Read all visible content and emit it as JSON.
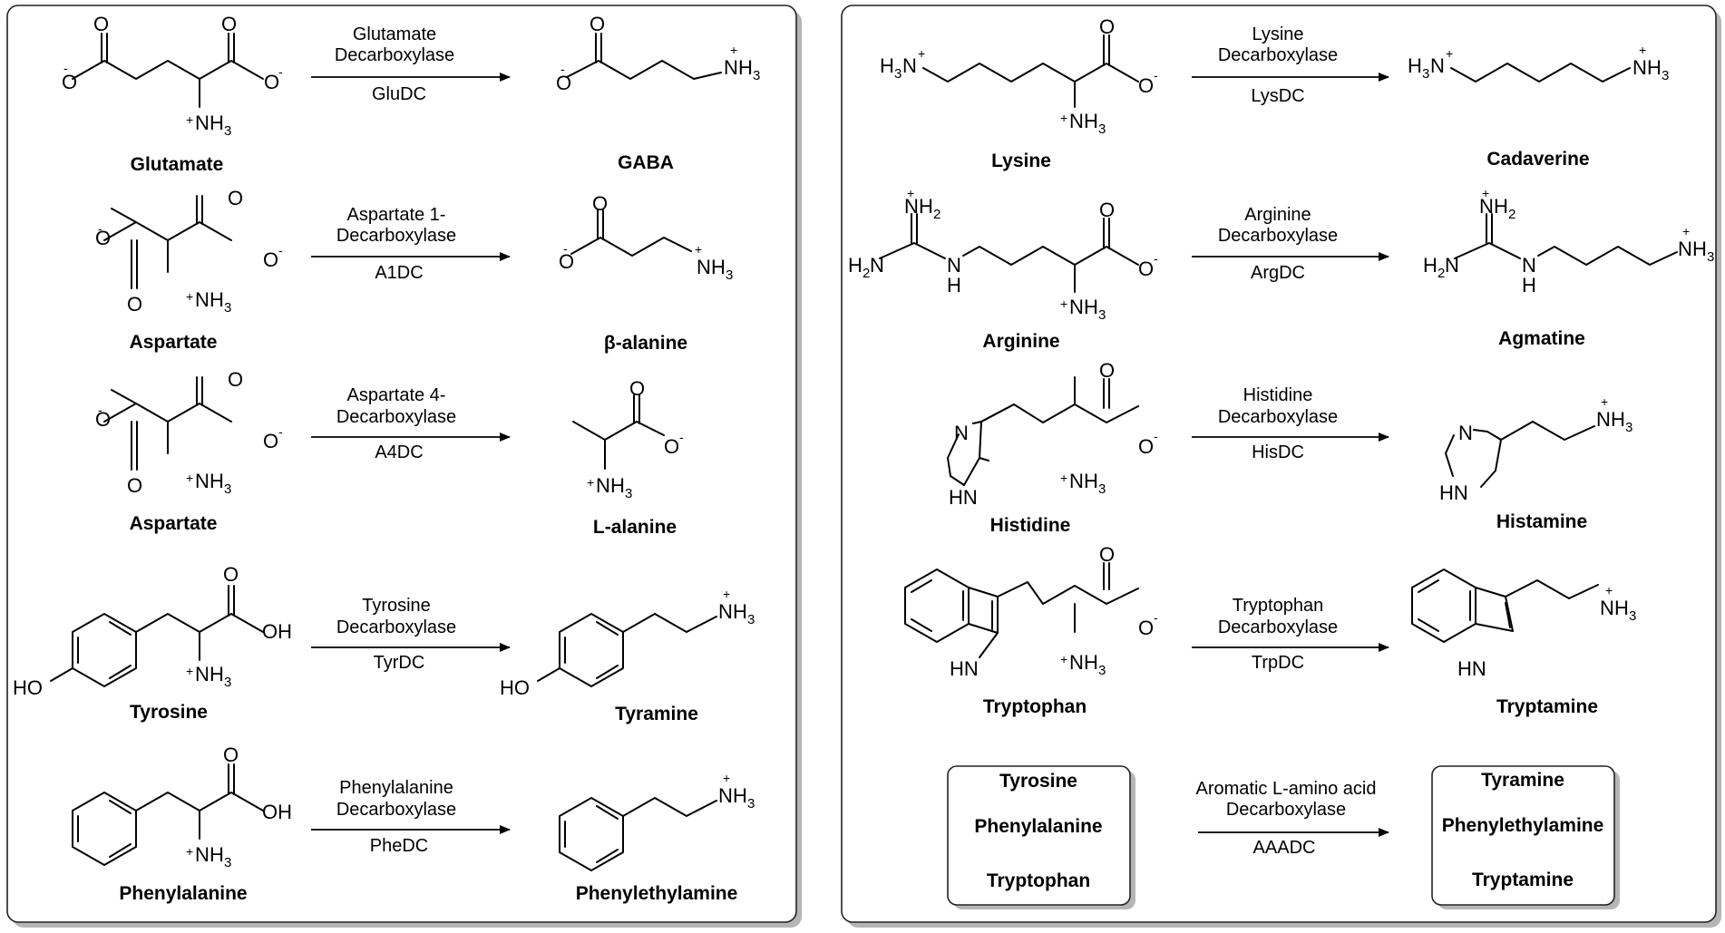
{
  "panels": [
    {
      "reactions": [
        {
          "substrate": "Glutamate",
          "enzyme_line1": "Glutamate",
          "enzyme_line2": "Decarboxylase",
          "abbrev": "GluDC",
          "product": "GABA"
        },
        {
          "substrate": "Aspartate",
          "enzyme_line1": "Aspartate 1-",
          "enzyme_line2": "Decarboxylase",
          "abbrev": "A1DC",
          "product": "β-alanine"
        },
        {
          "substrate": "Aspartate",
          "enzyme_line1": "Aspartate 4-",
          "enzyme_line2": "Decarboxylase",
          "abbrev": "A4DC",
          "product": "L-alanine"
        },
        {
          "substrate": "Tyrosine",
          "enzyme_line1": "Tyrosine",
          "enzyme_line2": "Decarboxylase",
          "abbrev": "TyrDC",
          "product": "Tyramine"
        },
        {
          "substrate": "Phenylalanine",
          "enzyme_line1": "Phenylalanine",
          "enzyme_line2": "Decarboxylase",
          "abbrev": "PheDC",
          "product": "Phenylethylamine"
        }
      ]
    },
    {
      "reactions": [
        {
          "substrate": "Lysine",
          "enzyme_line1": "Lysine",
          "enzyme_line2": "Decarboxylase",
          "abbrev": "LysDC",
          "product": "Cadaverine"
        },
        {
          "substrate": "Arginine",
          "enzyme_line1": "Arginine",
          "enzyme_line2": "Decarboxylase",
          "abbrev": "ArgDC",
          "product": "Agmatine"
        },
        {
          "substrate": "Histidine",
          "enzyme_line1": "Histidine",
          "enzyme_line2": "Decarboxylase",
          "abbrev": "HisDC",
          "product": "Histamine"
        },
        {
          "substrate": "Tryptophan",
          "enzyme_line1": "Tryptophan",
          "enzyme_line2": "Decarboxylase",
          "abbrev": "TrpDC",
          "product": "Tryptamine"
        }
      ],
      "aromatic": {
        "substrates": [
          "Tyrosine",
          "Phenylalanine",
          "Tryptophan"
        ],
        "enzyme_line1": "Aromatic L-amino acid",
        "enzyme_line2": "Decarboxylase",
        "abbrev": "AAADC",
        "products": [
          "Tyramine",
          "Phenylethylamine",
          "Tryptamine"
        ]
      }
    }
  ],
  "atom_labels": {
    "O": "O",
    "OH": "OH",
    "HO": "HO",
    "N": "N",
    "H": "H",
    "HN": "HN",
    "NH": "NH",
    "H2N": "H",
    "plus": "+",
    "minus": "-",
    "two": "2",
    "three": "3"
  }
}
